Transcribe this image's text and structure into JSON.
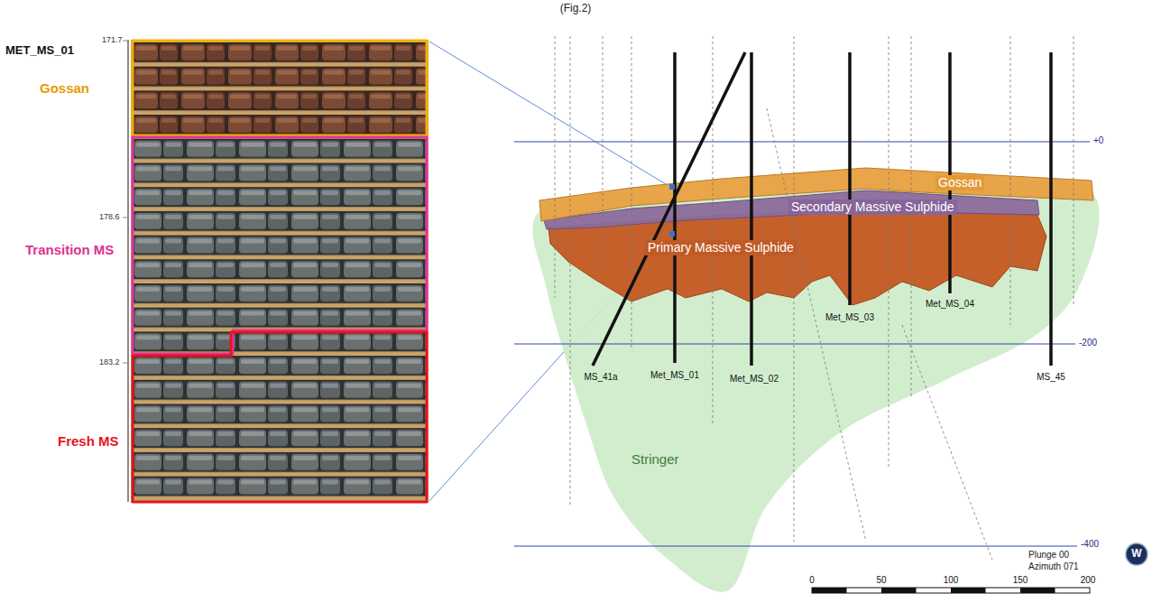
{
  "diagram": {
    "caption": "(Fig.2)",
    "nodes": [
      {
        "text": [
          "Gossan"
        ]
      },
      {
        "text": [
          "Transition MS"
        ]
      },
      {
        "text": [
          "Fresh MS"
        ]
      },
      {
        "text": [
          "Gossan"
        ]
      },
      {
        "text": [
          "Secondary Massive Sulphide"
        ]
      },
      {
        "text": [
          "Primary Massive Sulphide"
        ]
      },
      {
        "text": [
          "Stringer"
        ]
      }
    ],
    "labels": [
      "MET_MS_01",
      "171.7",
      "178.6",
      "183.2",
      "MS_41a",
      "Met_MS_01",
      "Met_MS_02",
      "Met_MS_03",
      "Met_MS_04",
      "MS_45",
      "+0",
      "-200",
      "-400",
      "Plunge 00",
      "Azimuth 071",
      "0",
      "50",
      "100",
      "150",
      "200",
      "W"
    ]
  }
}
